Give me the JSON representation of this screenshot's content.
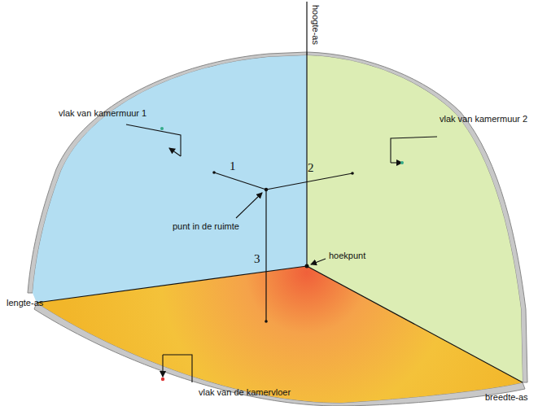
{
  "diagram": {
    "labels": [
      "hoogte-as",
      "vlak van kamermuur 1",
      "vlak van kamermuur 2",
      "1",
      "2",
      "punt in de ruimte",
      "3",
      "hoekpunt",
      "lengte-as",
      "vlak van de kamervloer",
      "breedte-as"
    ]
  }
}
